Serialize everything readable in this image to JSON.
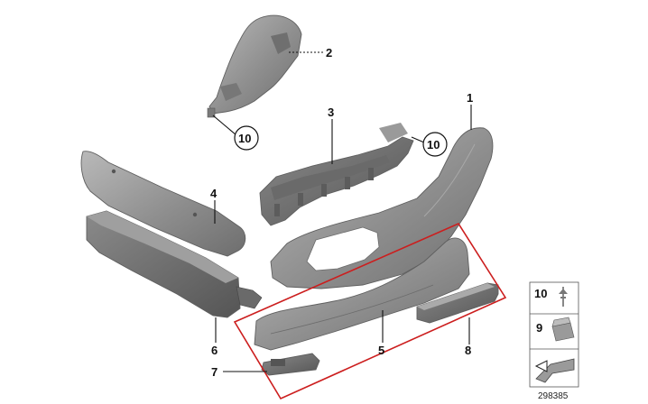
{
  "diagram": {
    "callouts": [
      {
        "id": "1",
        "label": "1"
      },
      {
        "id": "2",
        "label": "2"
      },
      {
        "id": "3",
        "label": "3"
      },
      {
        "id": "4",
        "label": "4"
      },
      {
        "id": "5",
        "label": "5"
      },
      {
        "id": "6",
        "label": "6"
      },
      {
        "id": "7",
        "label": "7"
      },
      {
        "id": "8",
        "label": "8"
      },
      {
        "id": "10a",
        "label": "10"
      },
      {
        "id": "10b",
        "label": "10"
      }
    ],
    "legend": [
      {
        "label": "10",
        "icon": "clip-screw-icon"
      },
      {
        "label": "9",
        "icon": "clip-block-icon"
      },
      {
        "label": "",
        "icon": "arrow-plate-icon"
      }
    ],
    "reference_number": "298385",
    "highlight_color": "#cc1e1e",
    "part_color": "#8f8f8f"
  }
}
